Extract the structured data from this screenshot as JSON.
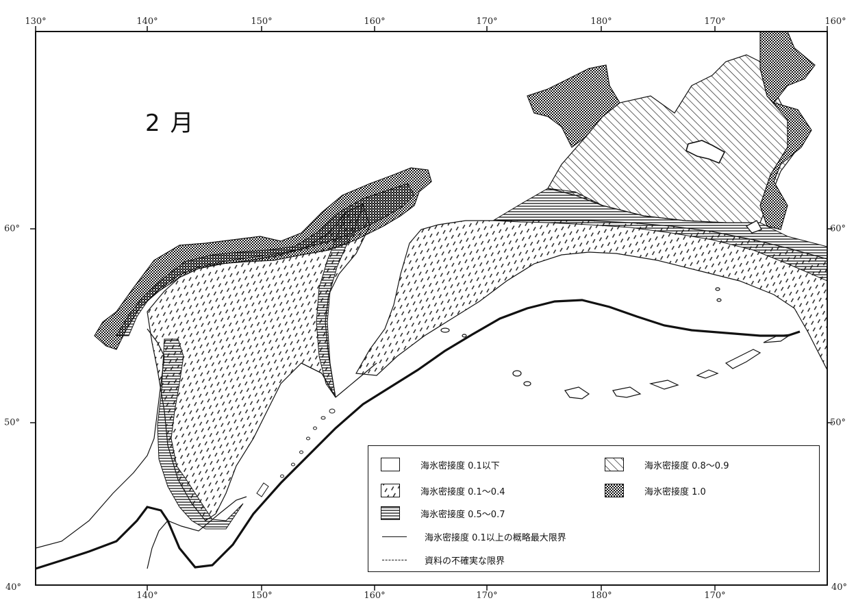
{
  "month_label": "2 月",
  "axes": {
    "top_longitudes": [
      "130°",
      "140°",
      "150°",
      "160°",
      "170°",
      "180°",
      "170°",
      "160°"
    ],
    "bottom_longitudes": [
      "140°",
      "150°",
      "160°",
      "170°",
      "180°",
      "170°"
    ],
    "bottom_left_latitude": "40°",
    "bottom_right_latitude": "40°",
    "left_latitudes": [
      "60°",
      "50°"
    ],
    "right_latitudes": [
      "60°",
      "50°"
    ]
  },
  "legend": {
    "items": [
      {
        "label": "海氷密接度 0.1以下",
        "pattern": "none"
      },
      {
        "label": "海氷密接度 0.1〜0.4",
        "pattern": "dashed-diagonal"
      },
      {
        "label": "海氷密接度 0.5〜0.7",
        "pattern": "horizontal-lines"
      },
      {
        "label": "海氷密接度 0.1以上の概略最大限界",
        "pattern": "solid-line"
      },
      {
        "label": "資料の不確実な限界",
        "pattern": "dashed-line"
      },
      {
        "label": "海氷密接度 0.8〜0.9",
        "pattern": "diagonal-lines"
      },
      {
        "label": "海氷密接度 1.0",
        "pattern": "crosshatch"
      }
    ]
  },
  "colors": {
    "ink": "#111111",
    "paper": "#ffffff"
  }
}
